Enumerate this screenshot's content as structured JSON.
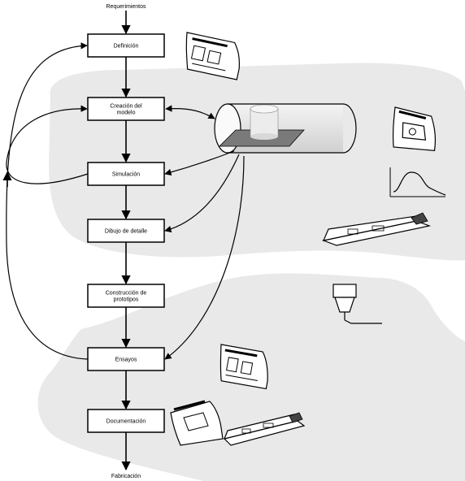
{
  "diagram": {
    "input_label": "Requerimientos",
    "output_label": "Fabricación",
    "steps": [
      {
        "id": "definicion",
        "lines": [
          "Definición"
        ]
      },
      {
        "id": "creacion",
        "lines": [
          "Creación del",
          "modelo"
        ]
      },
      {
        "id": "simulacion",
        "lines": [
          "Simulación"
        ]
      },
      {
        "id": "dibujo",
        "lines": [
          "Dibujo de detalle"
        ]
      },
      {
        "id": "construccion",
        "lines": [
          "Construcción de",
          "prototipos"
        ]
      },
      {
        "id": "ensayos",
        "lines": [
          "Ensayos"
        ]
      },
      {
        "id": "documentacion",
        "lines": [
          "Documentación"
        ]
      }
    ],
    "icons": [
      "drawing-sheet-icon",
      "cad-model-database-icon",
      "part-drawing-icon",
      "graph-curve-icon",
      "machined-part-icon",
      "cnc-spindle-icon",
      "test-report-icon",
      "documentation-drawings-icon"
    ],
    "colors": {
      "region": "#e9e9e9",
      "box_stroke": "#000000",
      "line": "#000000"
    }
  }
}
